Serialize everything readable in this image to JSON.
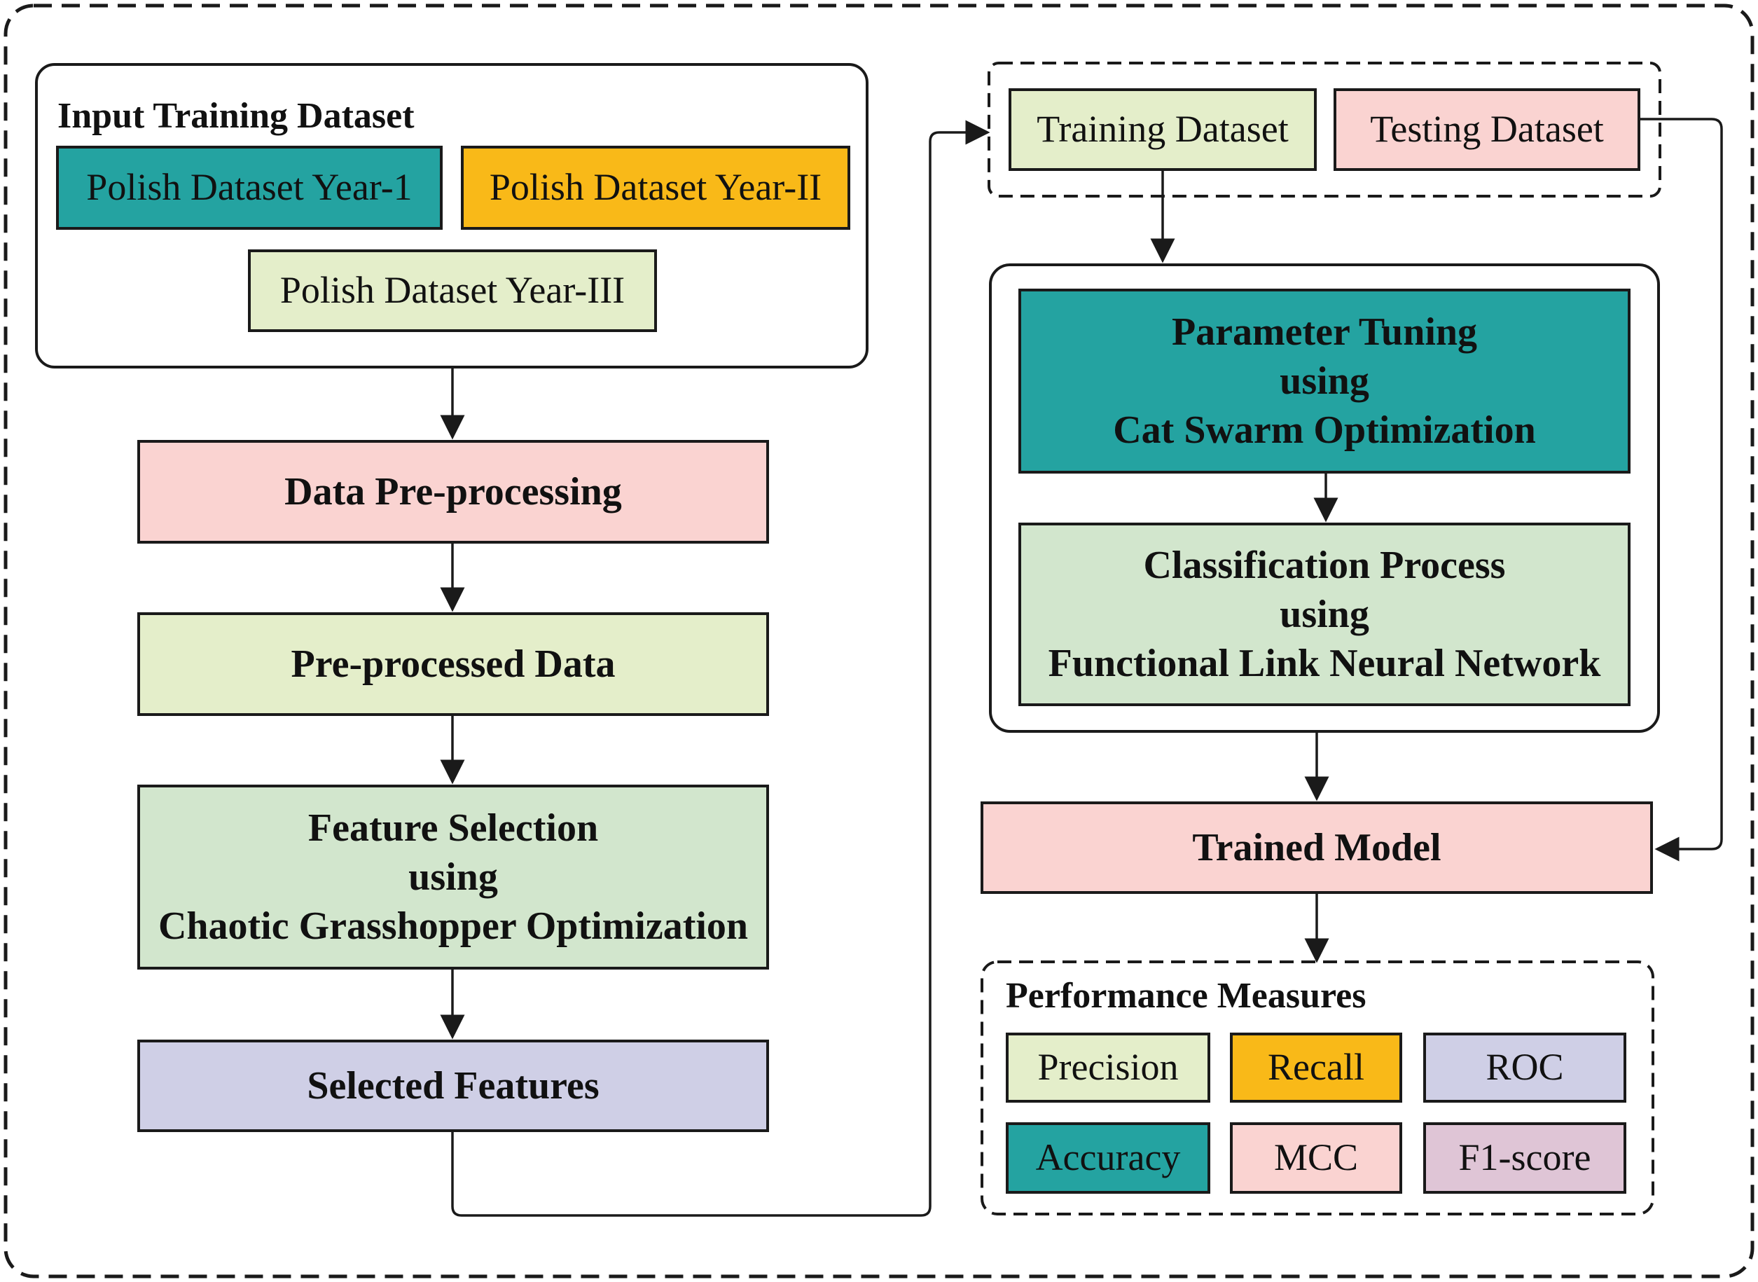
{
  "colors": {
    "teal": "#24a3a1",
    "orange": "#f9b918",
    "light_green": "#e4eeca",
    "pink": "#fad3d1",
    "green": "#d2e6cd",
    "lavender": "#cfcfe6",
    "mauve": "#dfc5d6",
    "outline": "#1a1a1a"
  },
  "input_group": {
    "title": "Input Training Dataset",
    "datasets": [
      "Polish Dataset Year-1",
      "Polish Dataset Year-II",
      "Polish Dataset Year-III"
    ]
  },
  "pipeline": {
    "preprocessing": "Data Pre-processing",
    "preprocessed": "Pre-processed Data",
    "feature_selection": [
      "Feature Selection",
      "using",
      "Chaotic Grasshopper Optimization"
    ],
    "selected": "Selected Features"
  },
  "split": {
    "training": "Training Dataset",
    "testing": "Testing Dataset"
  },
  "model_group": {
    "tuning": [
      "Parameter Tuning",
      "using",
      "Cat Swarm Optimization"
    ],
    "classification": [
      "Classification Process",
      "using",
      "Functional Link Neural Network"
    ]
  },
  "trained_model": "Trained Model",
  "performance": {
    "title": "Performance Measures",
    "measures": [
      "Precision",
      "Recall",
      "ROC",
      "Accuracy",
      "MCC",
      "F1-score"
    ]
  }
}
